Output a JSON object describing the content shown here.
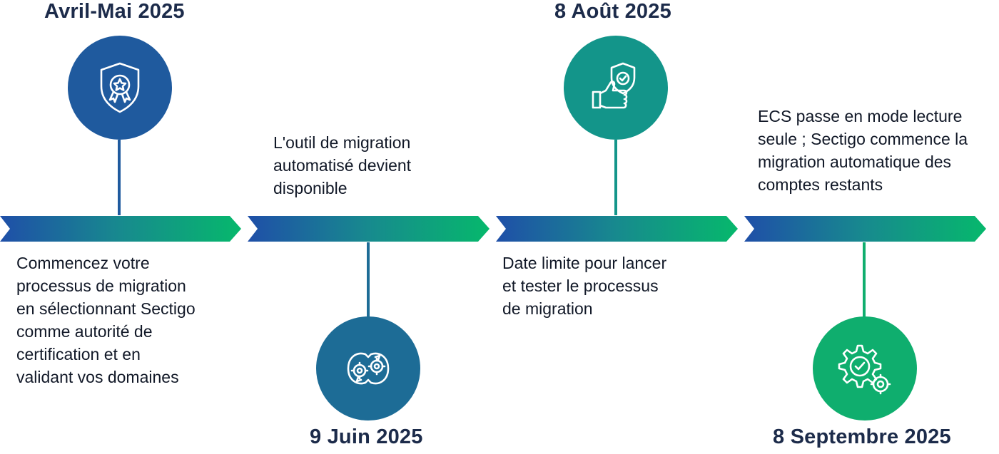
{
  "milestones": [
    {
      "date": "Avril-Mai 2025",
      "icon": "shield-award-icon",
      "color": "#1f5a9e",
      "text": [
        "Commencez votre",
        "processus de migration",
        "en sélectionnant Sectigo",
        "comme autorité de",
        "certification et en",
        "validant vos domaines"
      ]
    },
    {
      "date": "9 Juin 2025",
      "icon": "gears-cycle-icon",
      "color": "#1d6c96",
      "text": [
        "L'outil de migration",
        "automatisé devient",
        "disponible"
      ]
    },
    {
      "date": "8 Août 2025",
      "icon": "thumbs-up-shield-icon",
      "color": "#13958a",
      "text": [
        "Date limite pour lancer",
        "et tester le processus",
        "de migration"
      ]
    },
    {
      "date": "8 Septembre 2025",
      "icon": "gear-check-icon",
      "color": "#0fae6e",
      "text": [
        "ECS passe en mode lecture",
        "seule ; Sectigo commence la",
        "migration automatique des",
        "comptes restants"
      ]
    }
  ],
  "colors": {
    "start": "#1f4fa8",
    "end": "#06b86c"
  }
}
